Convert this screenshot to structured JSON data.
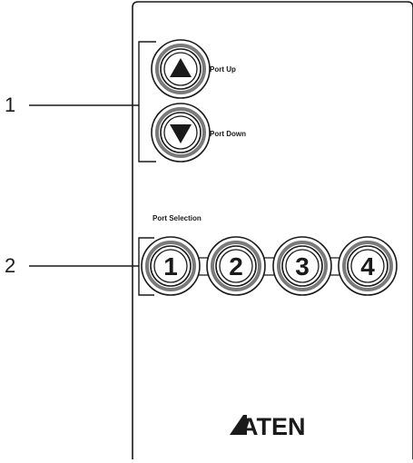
{
  "callouts": {
    "one": "1",
    "two": "2"
  },
  "port_controls": {
    "up_label": "Port Up",
    "down_label": "Port Down",
    "up_icon": "triangle-up-icon",
    "down_icon": "triangle-down-icon"
  },
  "port_selection": {
    "title": "Port Selection",
    "ports": [
      {
        "label": "1"
      },
      {
        "label": "2"
      },
      {
        "label": "3"
      },
      {
        "label": "4"
      }
    ]
  },
  "brand": {
    "logo_text": "ATEN"
  },
  "colors": {
    "line": "#1a1a1a",
    "ring": "#7a7a7a",
    "face": "#ffffff"
  }
}
